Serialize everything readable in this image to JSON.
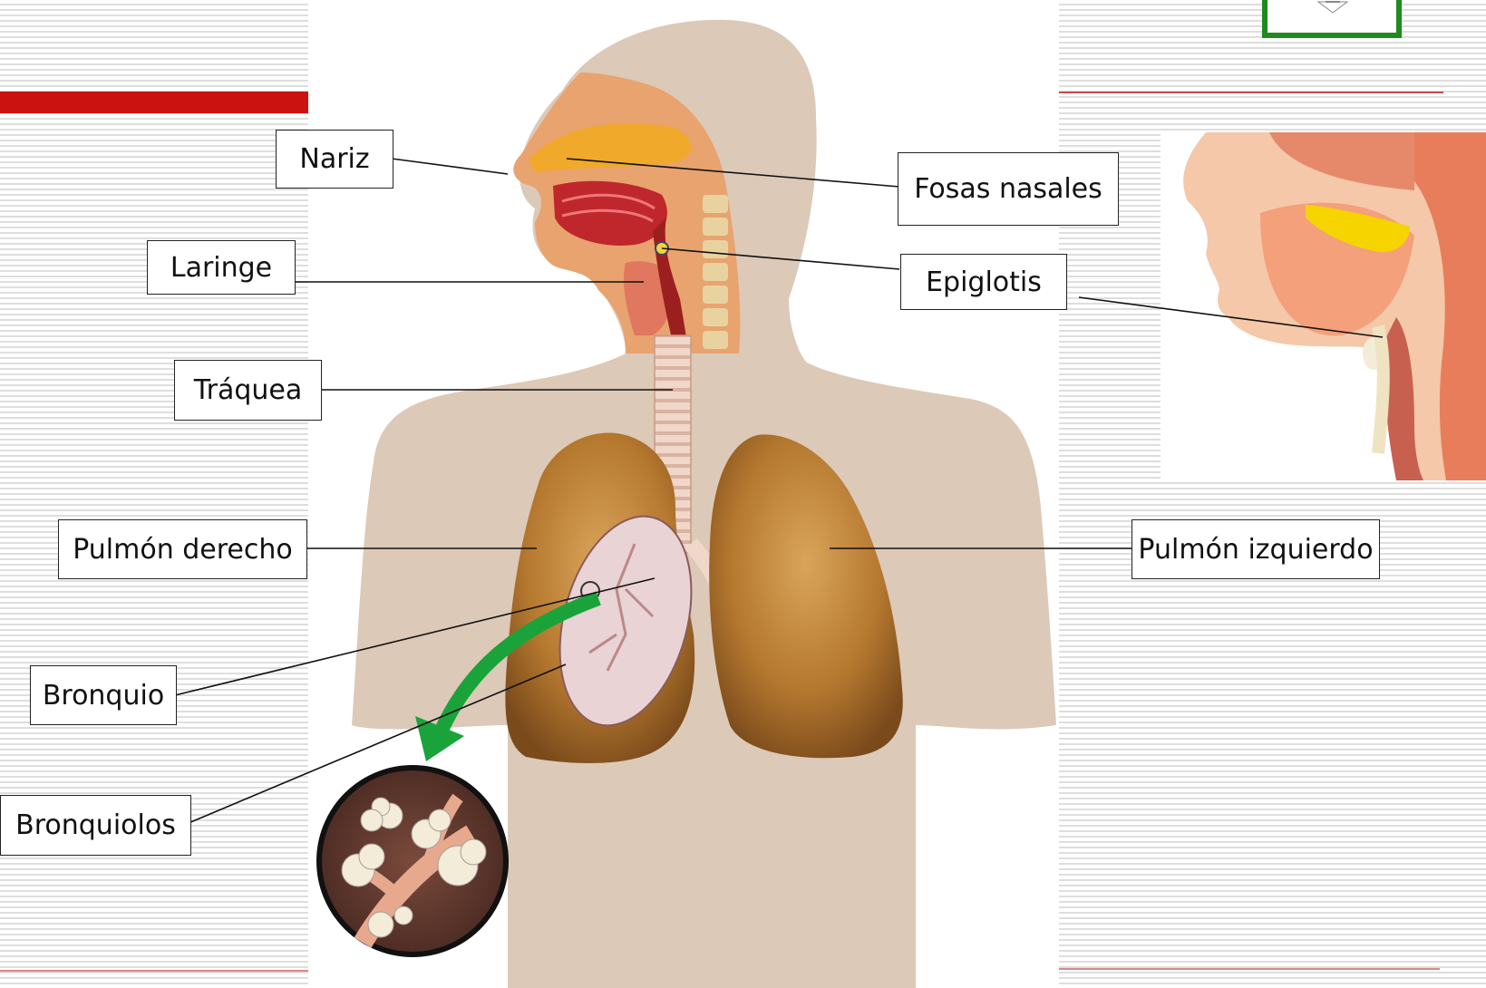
{
  "labels": {
    "nariz": "Nariz",
    "fosas": "Fosas nasales",
    "laringe": "Laringe",
    "epiglotis": "Epiglotis",
    "traquea": "Tráquea",
    "pulmon_derecho": "Pulmón derecho",
    "pulmon_izquierdo": "Pulmón izquierdo",
    "bronquio": "Bronquio",
    "bronquiolos": "Bronquiolos"
  },
  "colors": {
    "accent_bar": "#cc1111",
    "thin_rule": "#c94a4a",
    "logo_frame": "#1f8a1f",
    "body_silhouette": "#dcc9b8",
    "lung": "#b57a35",
    "arrow": "#1aa33a",
    "epiglottis_side": "#f5d400"
  }
}
